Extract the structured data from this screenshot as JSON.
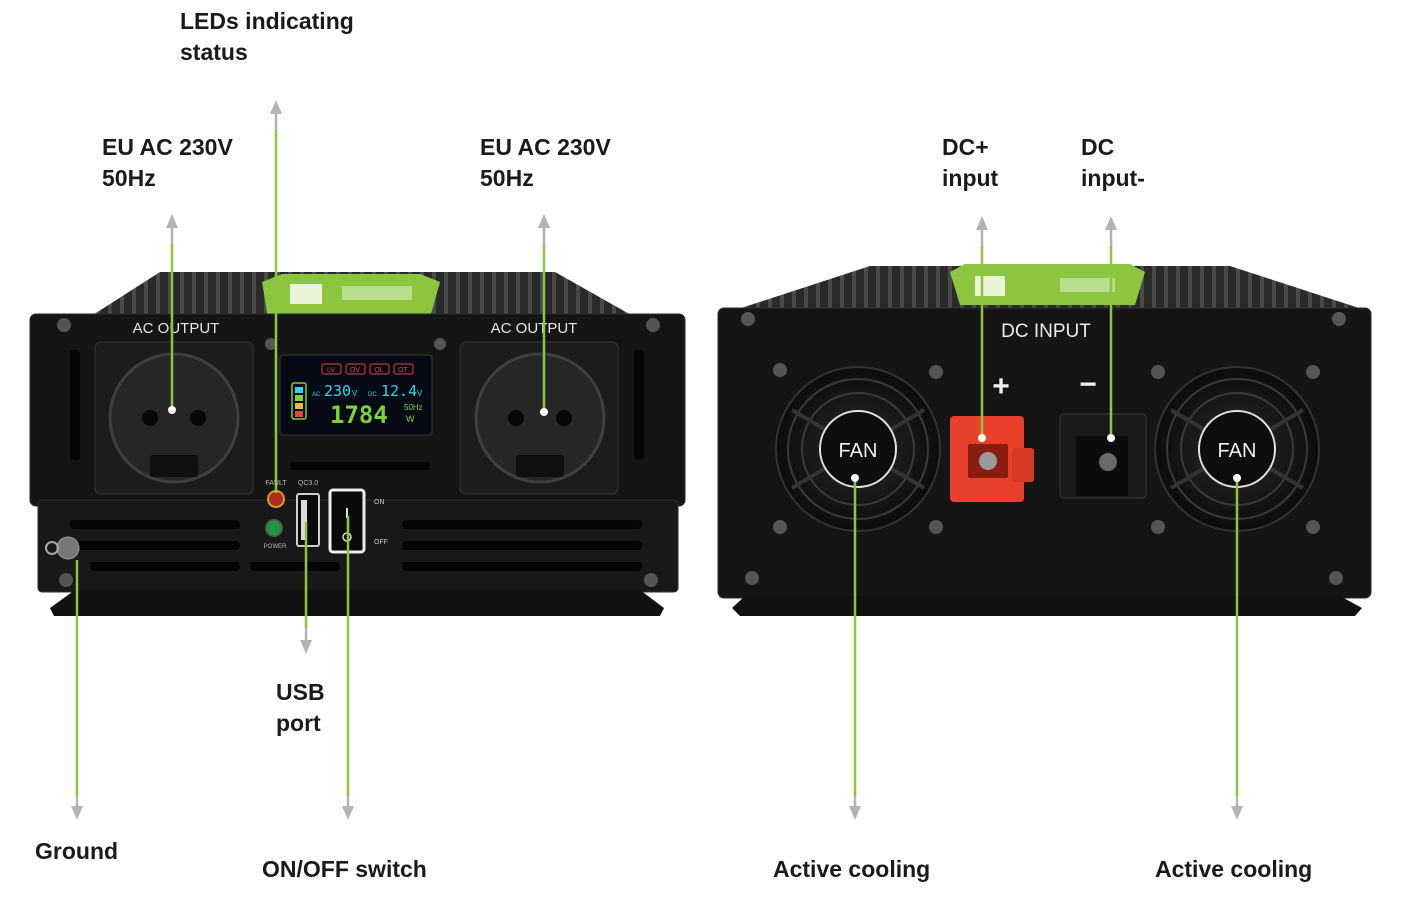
{
  "callouts": {
    "leds": [
      "LEDs indicating",
      "status"
    ],
    "ac_left": [
      "EU AC 230V",
      "50Hz"
    ],
    "ac_right": [
      "EU AC 230V",
      "50Hz"
    ],
    "dc_plus": [
      "DC+",
      "input"
    ],
    "dc_minus": [
      "DC",
      "input-"
    ],
    "usb": [
      "USB",
      "port"
    ],
    "ground": "Ground",
    "switch": "ON/OFF switch",
    "cooling_left": "Active cooling",
    "cooling_right": "Active cooling"
  },
  "device_labels": {
    "ac_output_left": "AC OUTPUT",
    "ac_output_right": "AC OUTPUT",
    "dc_input": "DC INPUT",
    "fan_left": "FAN",
    "fan_right": "FAN",
    "plus": "+",
    "minus": "−",
    "fault": "FAULT",
    "power": "POWER",
    "qc": "QC3.0",
    "on": "ON",
    "off": "OFF"
  },
  "lcd": {
    "indicators": [
      "LV",
      "OV",
      "OL",
      "OT"
    ],
    "ac_prefix": "AC",
    "ac_voltage": "230",
    "ac_unit": "V",
    "dc_prefix": "DC",
    "dc_voltage": "12.4",
    "dc_unit": "V",
    "power": "1784",
    "freq": "50Hz",
    "power_unit": "W"
  },
  "colors": {
    "callout_line": "#8cc63f",
    "arrow": "#b3b3b3",
    "housing": "#141414",
    "dc_plus_terminal": "#e8402a",
    "lcd_cyan": "#2bd7f0",
    "lcd_green": "#7dd23a"
  }
}
